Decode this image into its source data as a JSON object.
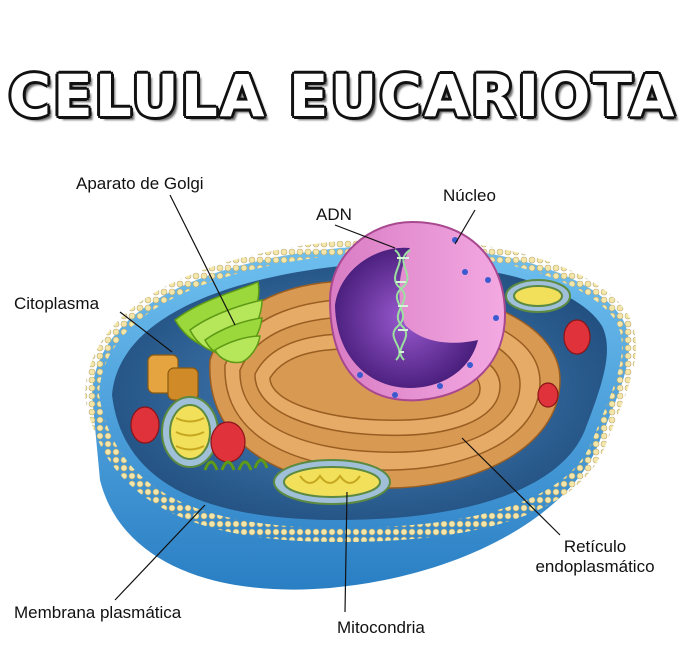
{
  "title": "CELULA EUCARIOTA",
  "labels": {
    "golgi": "Aparato de Golgi",
    "adn": "ADN",
    "nucleo": "Núcleo",
    "citoplasma": "Citoplasma",
    "reticulo_line1": "Retículo",
    "reticulo_line2": "endoplasmático",
    "membrana": "Membrana plasmática",
    "mitocondria": "Mitocondria"
  },
  "colors": {
    "membrane_blue": "#3f9ad8",
    "cytoplasm_blue": "#3a6ea3",
    "er_orange": "#d89a52",
    "nucleus_pink": "#e88ed0",
    "nucleoplasm_purple": "#6b2fa0",
    "golgi_green": "#9bd83b",
    "mitochondria_yellow": "#f2e05a",
    "lysosome_red": "#e0323a"
  }
}
